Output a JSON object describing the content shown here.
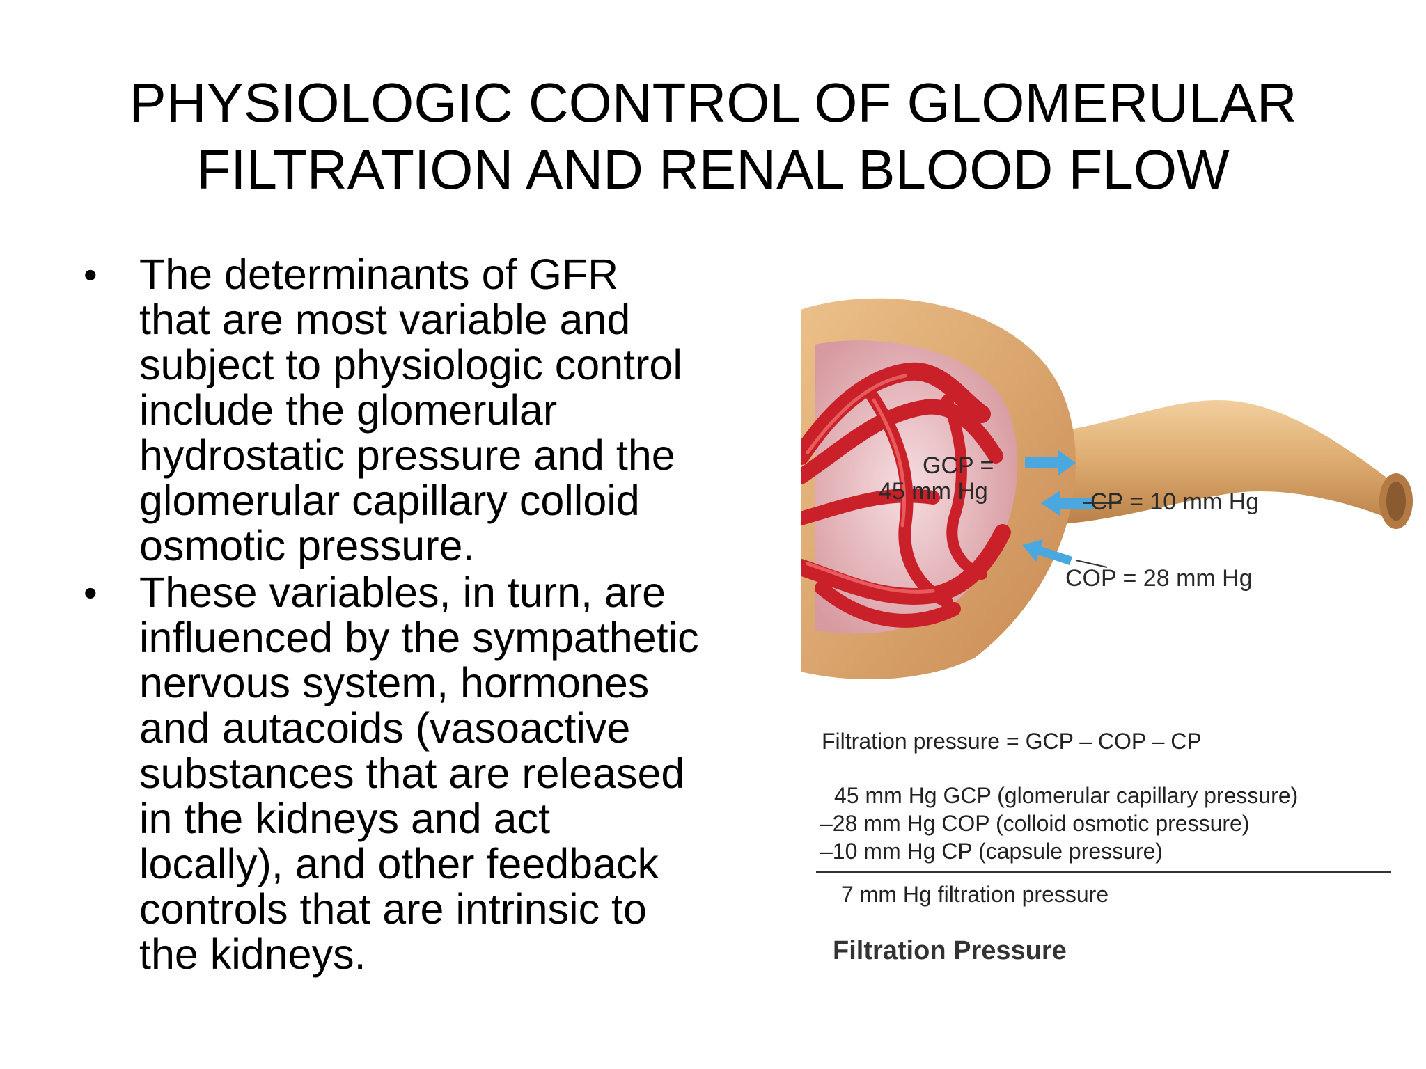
{
  "title": {
    "line1": "PHYSIOLOGIC CONTROL OF GLOMERULAR",
    "line2": "FILTRATION AND RENAL BLOOD FLOW"
  },
  "bullets": [
    {
      "mark": "•",
      "lines": [
        "The determinants of GFR",
        "that are most variable and",
        "subject to physiologic control",
        "include the glomerular",
        "hydrostatic pressure and the",
        "glomerular capillary colloid",
        "osmotic pressure."
      ]
    },
    {
      "mark": "•",
      "lines": [
        "These variables, in turn, are",
        "influenced by the sympathetic",
        "nervous system, hormones",
        "and autacoids (vasoactive",
        "substances that are released",
        "in the kidneys and act",
        "locally), and other feedback",
        "controls that are intrinsic to",
        "the kidneys."
      ]
    }
  ],
  "figure": {
    "gcp_label_line1": "GCP =",
    "gcp_label_line2": "45 mm Hg",
    "cp_label": "CP = 10 mm Hg",
    "cop_label": "COP = 28 mm Hg",
    "equation": "Filtration pressure = GCP – COP – CP",
    "row1": "45 mm Hg GCP (glomerular capillary pressure)",
    "row2": "–28 mm Hg COP (colloid osmotic pressure)",
    "row3": "–10 mm Hg CP (capsule pressure)",
    "result": "7 mm Hg filtration pressure",
    "caption": "Filtration Pressure",
    "colors": {
      "capsule": "#d9a46a",
      "capsule_shadow": "#b57a45",
      "cavity": "#e8b7bb",
      "vessels": "#c9202a",
      "arrows": "#4aa8e0"
    }
  }
}
